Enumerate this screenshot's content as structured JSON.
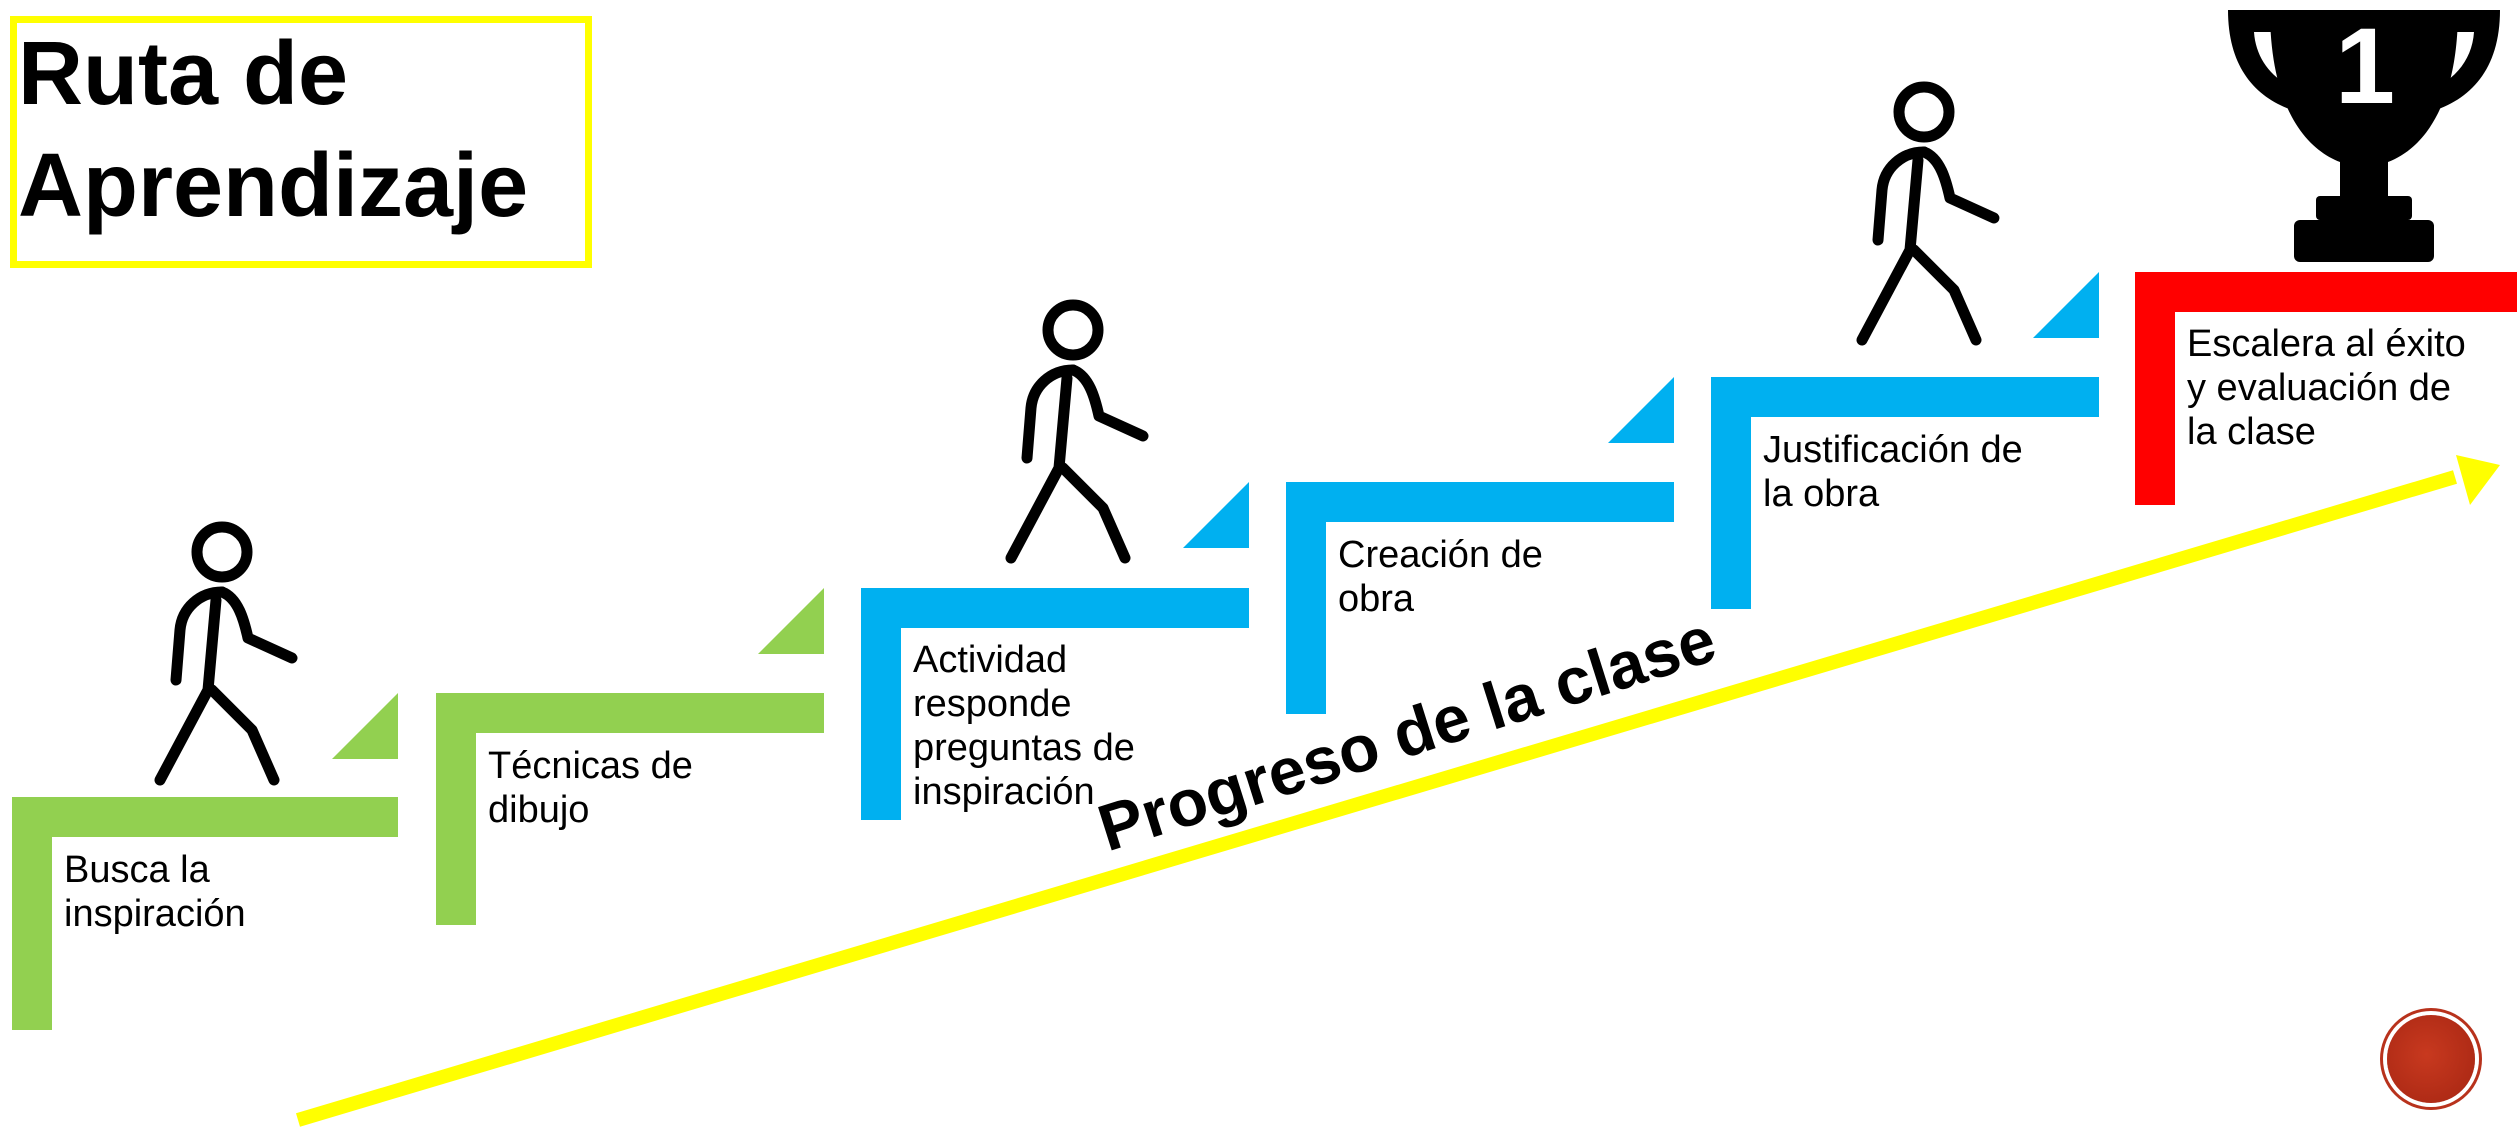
{
  "title": "Ruta de\nAprendizaje",
  "steps": [
    {
      "label": "Busca la\ninspiración",
      "color": "#92d050"
    },
    {
      "label": "Técnicas de\ndibujo",
      "color": "#92d050"
    },
    {
      "label": "Actividad\nresponde\npreguntas de\ninspiración",
      "color": "#00b0f0"
    },
    {
      "label": "Creación de\nobra",
      "color": "#00b0f0"
    },
    {
      "label": "Justificación de\nla obra",
      "color": "#00b0f0"
    },
    {
      "label": "Escalera al éxito\ny evaluación de\nla clase",
      "color": "#ff0000"
    }
  ],
  "progress": {
    "label": "Progreso de la clase",
    "arrow_color": "#ffff00"
  },
  "trophy": {
    "number": "1",
    "icon": "trophy-icon"
  },
  "walker_icon": "person-walking-icon",
  "colors": {
    "title_border": "#ffff00",
    "badge": "#b8321c"
  }
}
